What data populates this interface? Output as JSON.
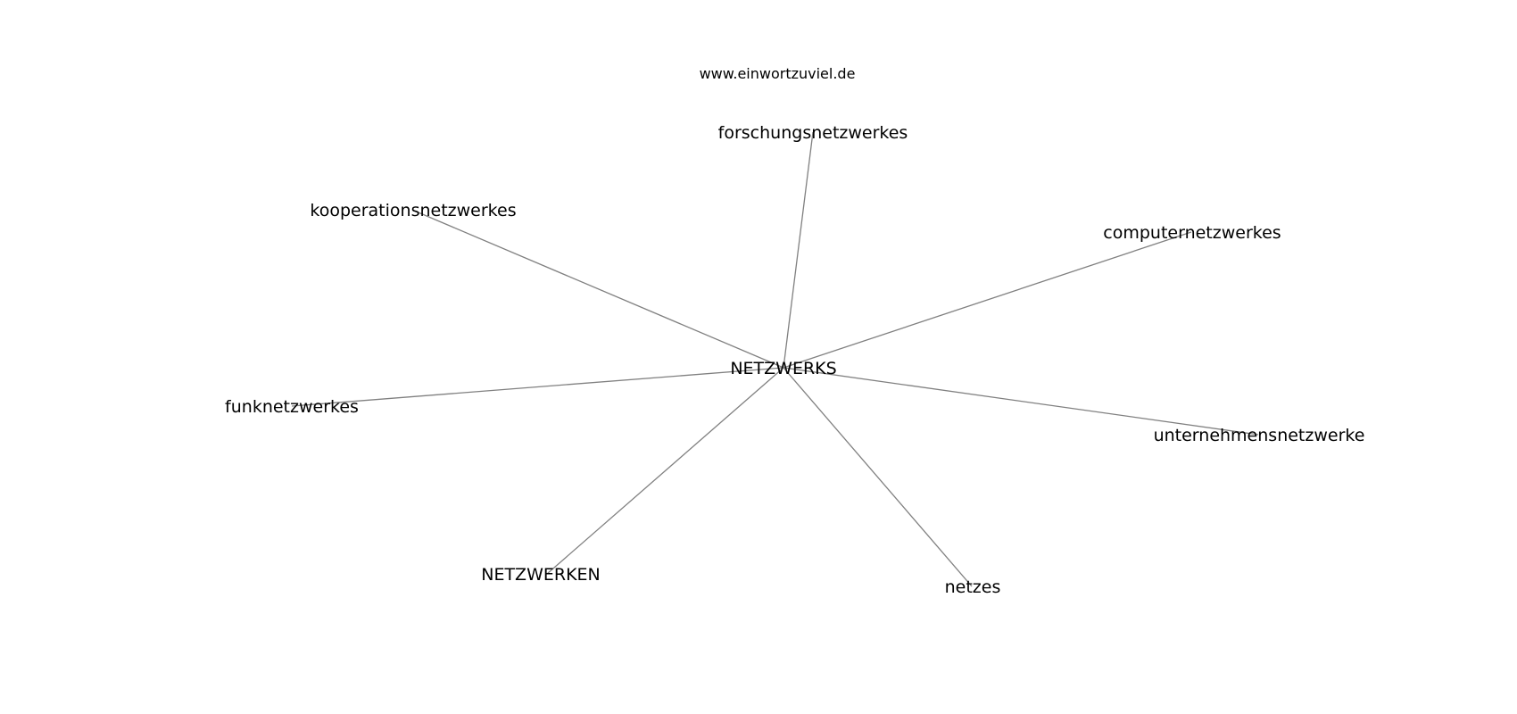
{
  "site": "www.einwortzuviel.de",
  "graph": {
    "center": "NETZWERKS",
    "neighbors": [
      "forschungsnetzwerkes",
      "kooperationsnetzwerkes",
      "computernetzwerkes",
      "funknetzwerkes",
      "unternehmensnetzwerke",
      "NETZWERKEN",
      "netzes"
    ]
  },
  "colors": {
    "edge": "#808080",
    "text": "#000000",
    "background": "#ffffff"
  }
}
